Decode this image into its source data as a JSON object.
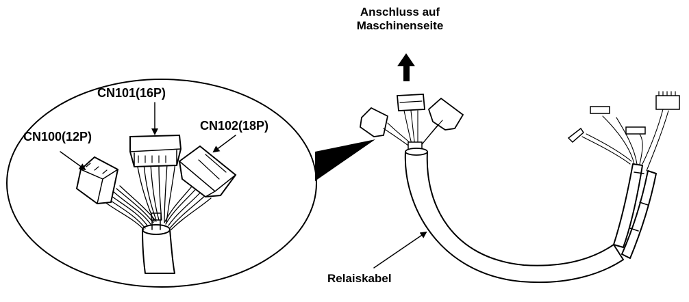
{
  "labels": {
    "cn100": "CN100(12P)",
    "cn101": "CN101(16P)",
    "cn102": "CN102(18P)",
    "machine_side_line1": "Anschluss auf",
    "machine_side_line2": "Maschinenseite",
    "relay_cable": "Relaiskabel"
  },
  "colors": {
    "line": "#000000",
    "background": "#ffffff"
  }
}
